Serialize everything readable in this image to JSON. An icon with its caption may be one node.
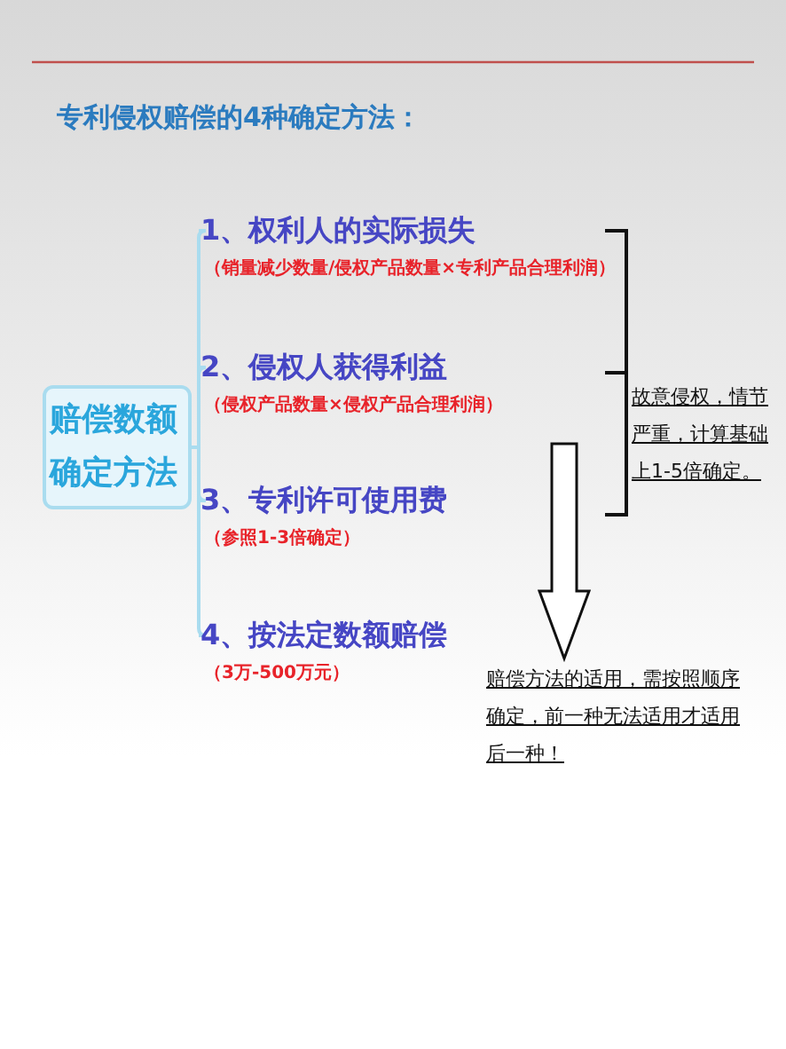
{
  "diagram": {
    "title": "专利侵权赔偿的4种确定方法：",
    "nodes": [
      {
        "text": [
          "赔偿数额确定方法"
        ]
      },
      {
        "text": [
          "1、权利人的实际损失",
          "（销量减少数量/侵权产品数量×专利产品合理利润）"
        ]
      },
      {
        "text": [
          "2、侵权人获得利益",
          "（侵权产品数量×侵权产品合理利润）"
        ]
      },
      {
        "text": [
          "3、专利许可使用费",
          "（参照1-3倍确定）"
        ]
      },
      {
        "text": [
          "4、按法定数额赔偿",
          "（3万-500万元）"
        ]
      },
      {
        "text": [
          "赔偿方法的适用，需按照顺序确定，前一种无法适用才适用后一种！"
        ]
      }
    ],
    "edges": [
      {
        "from": 0,
        "to": 1,
        "arrow": "none"
      },
      {
        "from": 0,
        "to": 2,
        "arrow": "none"
      },
      {
        "from": 0,
        "to": 3,
        "arrow": "none"
      },
      {
        "from": 0,
        "to": 4,
        "arrow": "none"
      },
      {
        "from": null,
        "to": 5,
        "arrow": "to"
      }
    ],
    "labels": [
      "故意侵权，情节严重，计算基础上1-5倍确定。"
    ]
  }
}
